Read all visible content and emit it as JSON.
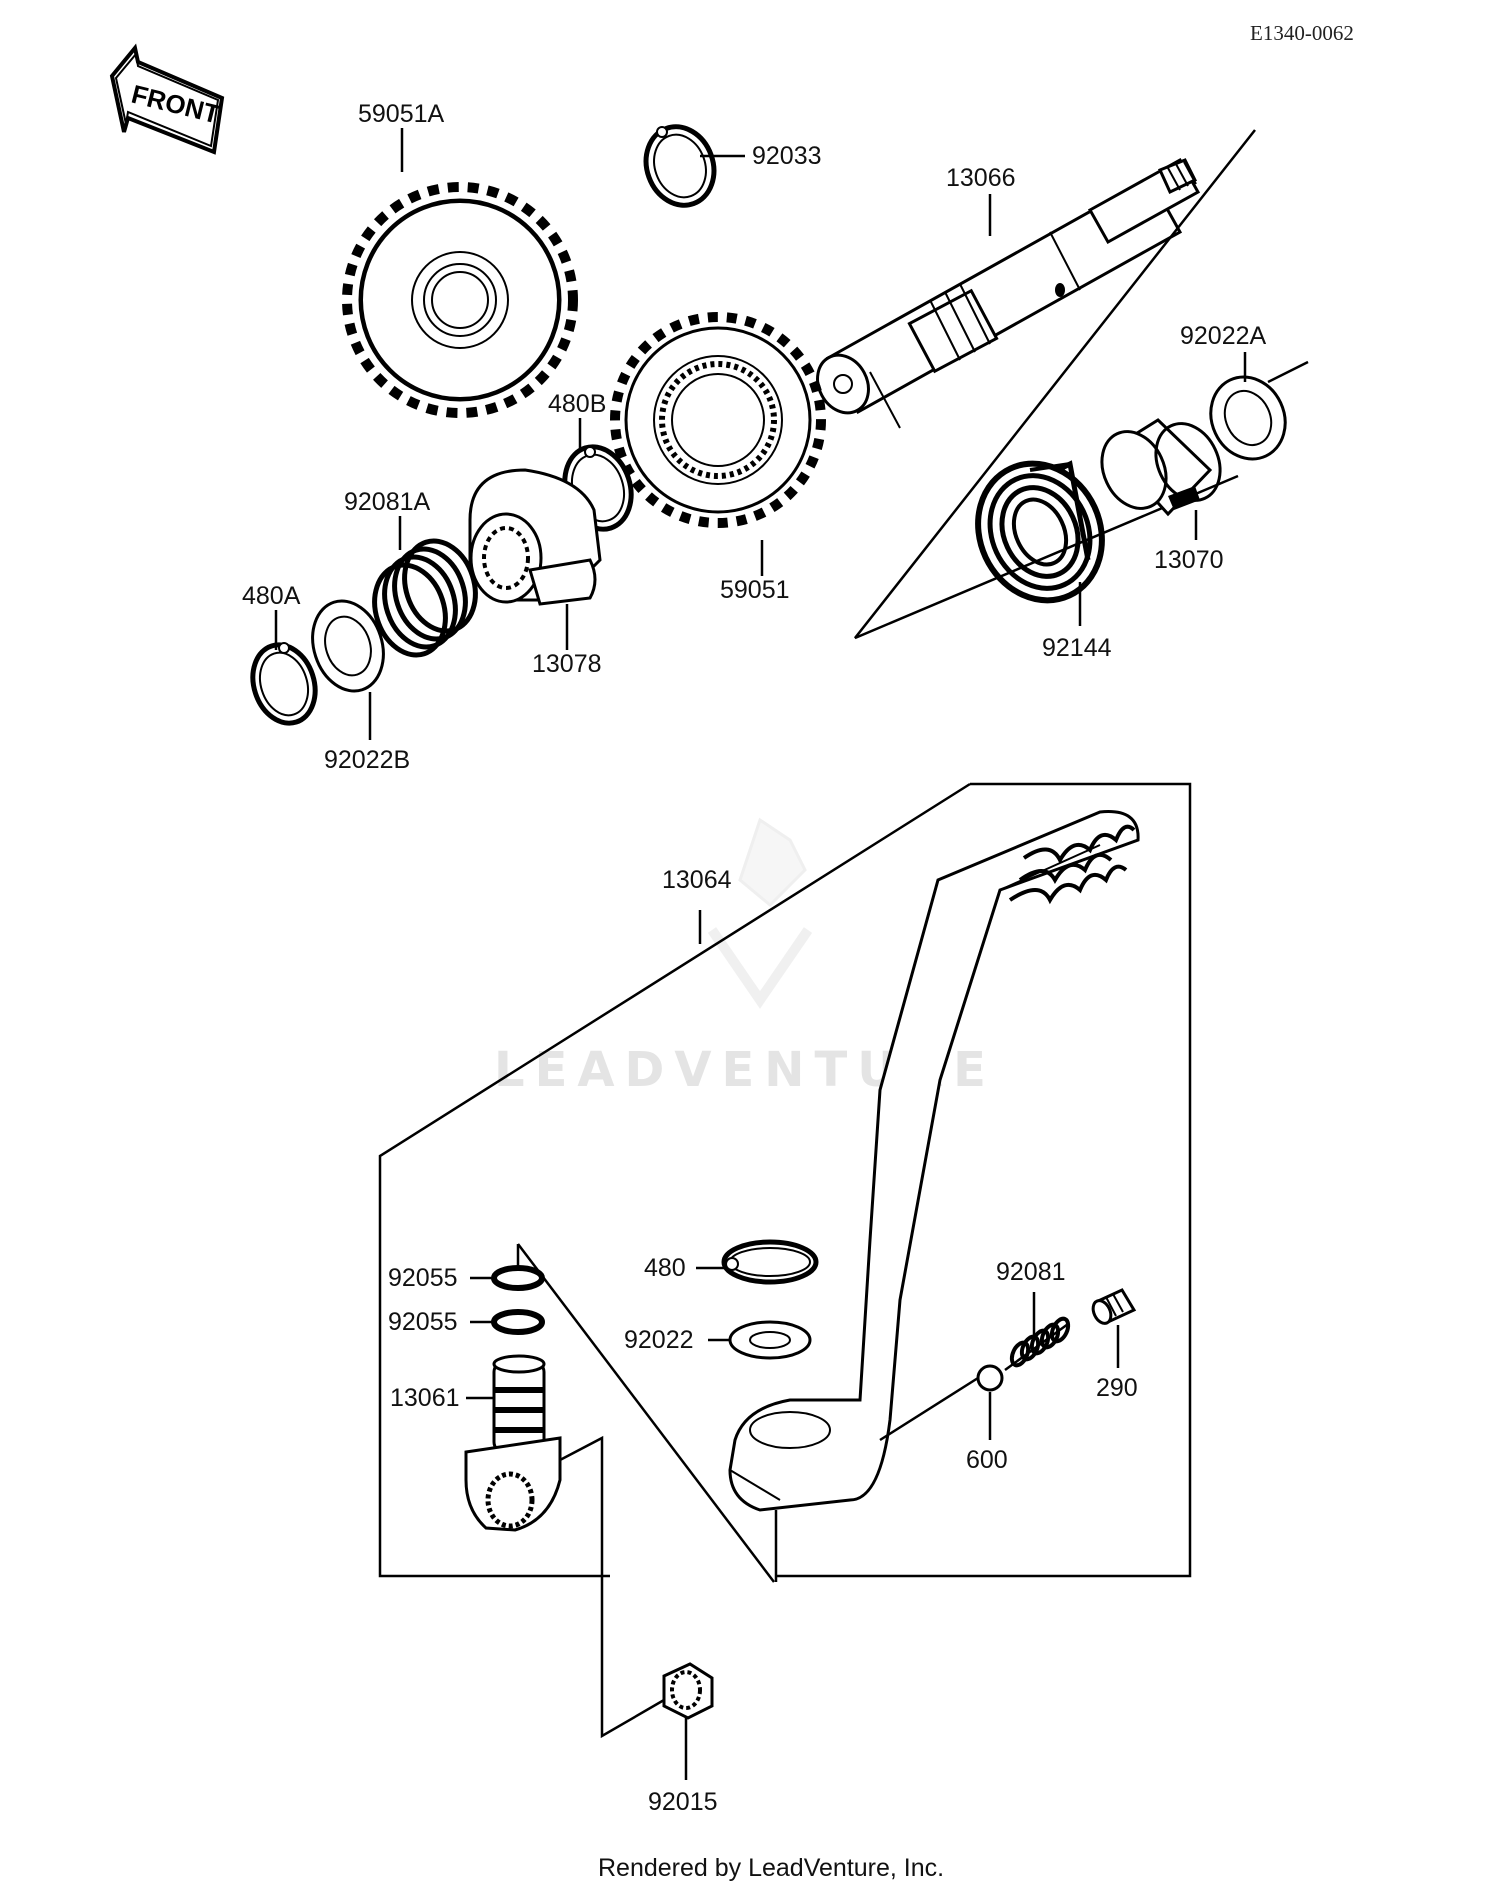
{
  "header": {
    "diagram_code": "E1340-0062"
  },
  "front_arrow": {
    "label": "FRONT"
  },
  "watermark": {
    "text": "LEADVENTURE"
  },
  "footer": {
    "text": "Rendered by LeadVenture, Inc."
  },
  "callouts": {
    "p59051A": "59051A",
    "p92033": "92033",
    "p13066": "13066",
    "p92022A": "92022A",
    "p480B": "480B",
    "p92081A": "92081A",
    "p480A": "480A",
    "p13078": "13078",
    "p59051": "59051",
    "p13070": "13070",
    "p92144": "92144",
    "p92022B": "92022B",
    "p13064": "13064",
    "p92055a": "92055",
    "p92055b": "92055",
    "p13061": "13061",
    "p480": "480",
    "p92022": "92022",
    "p92081": "92081",
    "p290": "290",
    "p600": "600",
    "p92015": "92015"
  }
}
